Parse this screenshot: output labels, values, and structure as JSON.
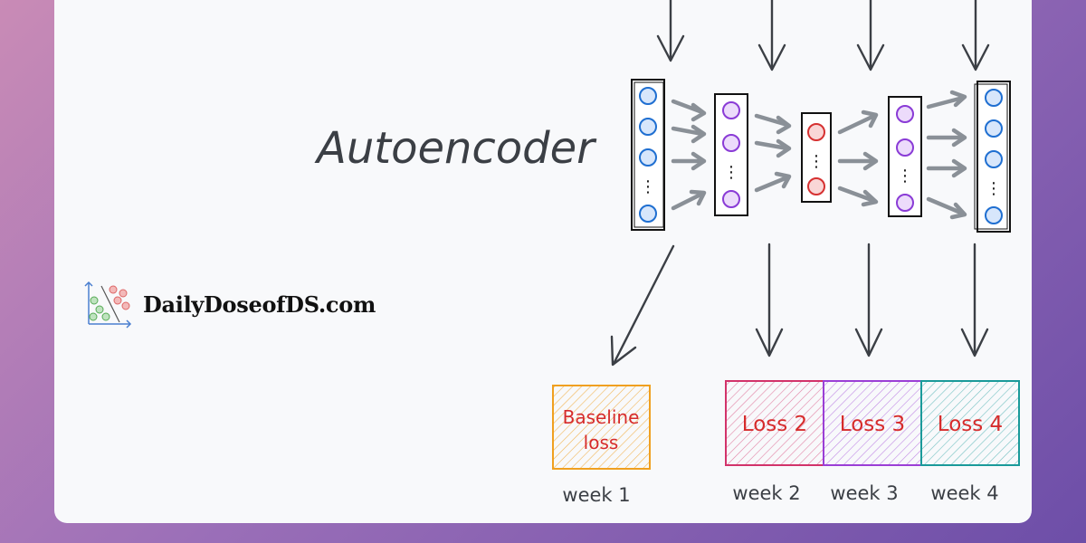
{
  "diagram": {
    "title": "Autoencoder",
    "baseline_box": {
      "line1": "Baseline",
      "line2": "loss"
    },
    "loss_boxes": [
      "Loss 2",
      "Loss 3",
      "Loss 4"
    ],
    "week_labels": [
      "week 1",
      "week 2",
      "week 3",
      "week 4"
    ],
    "ellipsis": "⋮"
  },
  "brand": {
    "name": "DailyDoseofDS.com"
  },
  "colors": {
    "ink": "#3b3f45",
    "arrow_gray": "#8a9097",
    "blue": "#1f6fd1",
    "purple": "#8a3bd6",
    "red": "#d63131",
    "orange": "#f0a020",
    "pink": "#d2336a",
    "violet": "#9b3fd6",
    "teal": "#1a9a9a",
    "loss_text": "#d62b2b"
  }
}
